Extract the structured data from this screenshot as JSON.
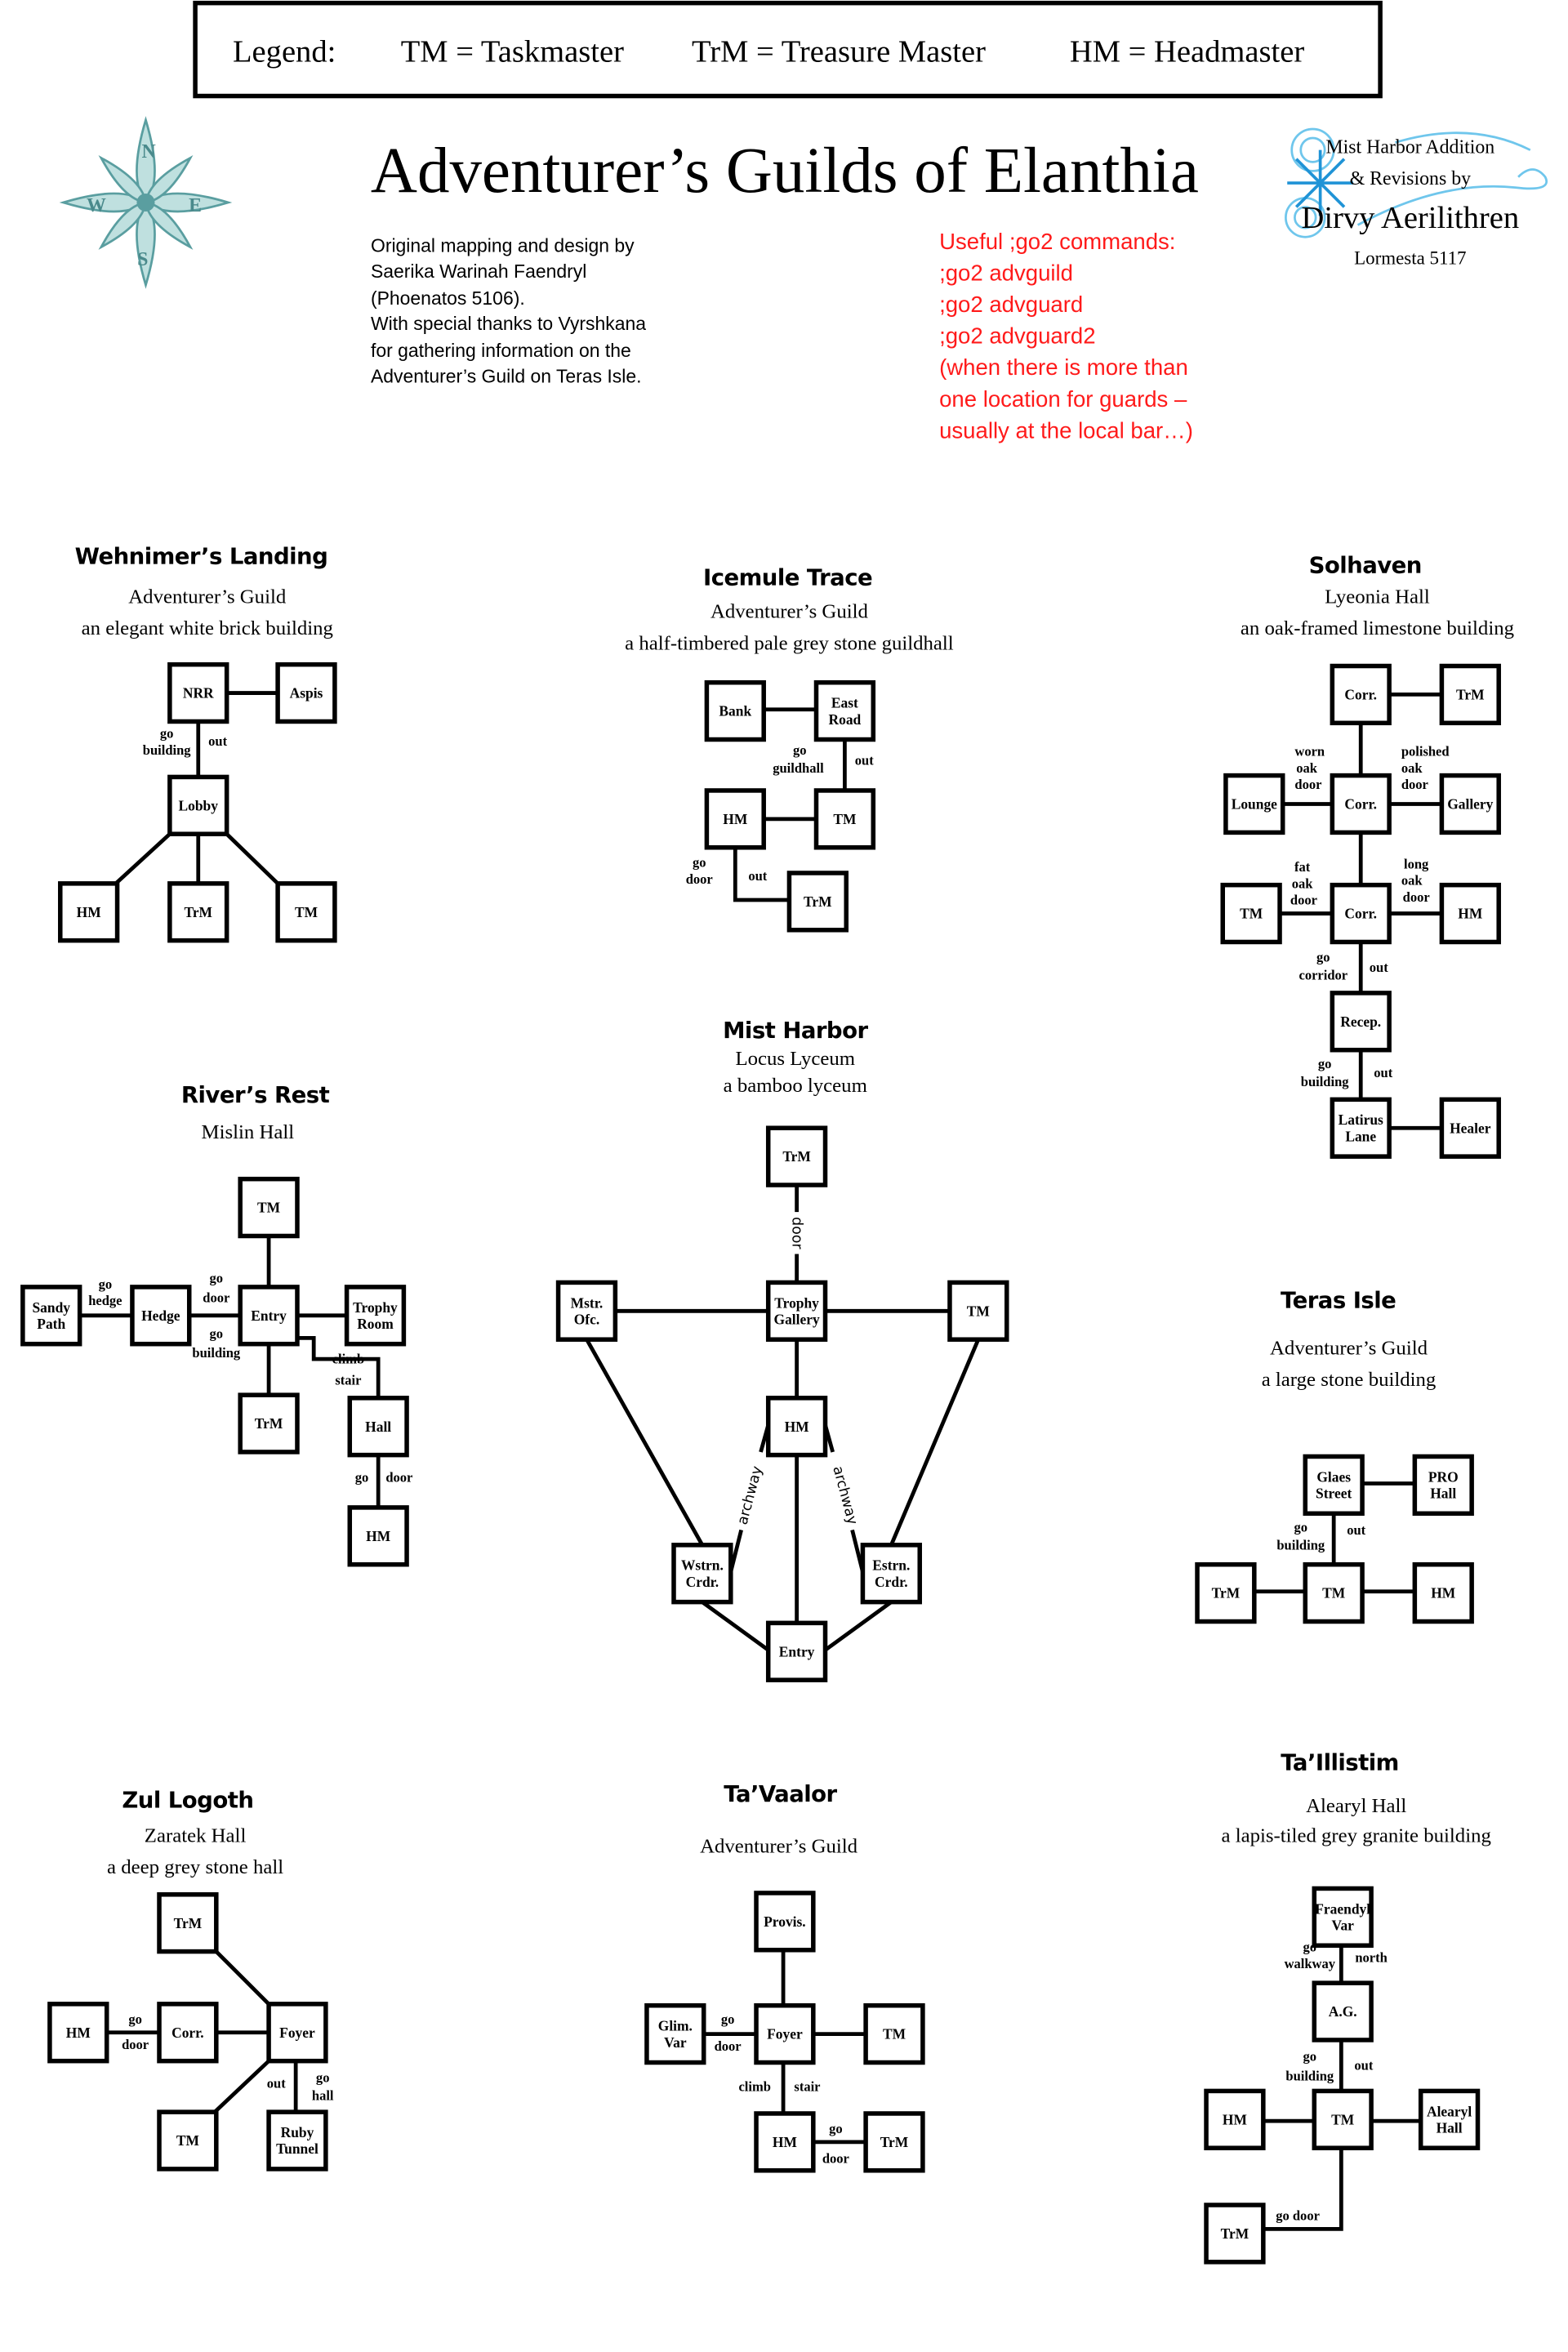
{
  "legend": {
    "label": "Legend:",
    "items": [
      "TM = Taskmaster",
      "TrM = Treasure Master",
      "HM = Headmaster"
    ]
  },
  "page_title": "Adventurer’s Guilds of Elanthia",
  "credits": [
    "Original mapping and design by",
    "Saerika Warinah Faendryl",
    "(Phoenatos 5106).",
    "With special thanks to Vyrshkana",
    "for gathering information on the",
    "Adventurer’s Guild on Teras Isle."
  ],
  "commands": {
    "color": "#ff1a1a",
    "lines": [
      "Useful ;go2 commands:",
      ";go2 advguild",
      ";go2 advguard",
      ";go2 advguard2",
      "(when there is more than",
      "one location for guards –",
      "usually at the local bar…)"
    ]
  },
  "compass_logo": {
    "letters": [
      "N",
      "E",
      "S",
      "W"
    ],
    "color": "#5a9ea0"
  },
  "revision_logo": {
    "lines": [
      "Mist Harbor Addition",
      "& Revisions by",
      "Dirvy Aerilithren",
      "Lormesta 5117"
    ],
    "color": "#3fb3e6"
  },
  "guilds": [
    {
      "title": "Wehnimer’s Landing",
      "lines": [
        "Adventurer’s Guild",
        "an elegant white brick building"
      ],
      "rooms": [
        [
          "NRR"
        ],
        [
          "Aspis"
        ],
        [
          "Lobby"
        ],
        [
          "HM"
        ],
        [
          "TrM"
        ],
        [
          "TM"
        ]
      ],
      "edge_labels": [
        "go",
        "building",
        "out"
      ]
    },
    {
      "title": "Icemule Trace",
      "lines": [
        "Adventurer’s Guild",
        "a half-timbered pale grey stone guildhall"
      ],
      "rooms": [
        [
          "Bank"
        ],
        [
          "East",
          "Road"
        ],
        [
          "HM"
        ],
        [
          "TM"
        ],
        [
          "TrM"
        ]
      ],
      "edge_labels": [
        "go",
        "guildhall",
        "out",
        "go",
        "door",
        "out"
      ]
    },
    {
      "title": "Solhaven",
      "lines": [
        "Lyeonia Hall",
        "an oak-framed limestone building"
      ],
      "rooms": [
        [
          "Corr."
        ],
        [
          "TrM"
        ],
        [
          "Lounge"
        ],
        [
          "Corr."
        ],
        [
          "Gallery"
        ],
        [
          "TM"
        ],
        [
          "Corr."
        ],
        [
          "HM"
        ],
        [
          "Recep."
        ],
        [
          "Latirus",
          "Lane"
        ],
        [
          "Healer"
        ]
      ],
      "edge_labels": [
        "worn",
        "oak",
        "door",
        "polished",
        "oak",
        "door",
        "fat",
        "oak",
        "door",
        "long",
        "oak",
        "door",
        "go",
        "corridor",
        "out",
        "go",
        "building",
        "out"
      ]
    },
    {
      "title": "River’s Rest",
      "lines": [
        "Mislin Hall"
      ],
      "rooms": [
        [
          "TM"
        ],
        [
          "Sandy",
          "Path"
        ],
        [
          "Hedge"
        ],
        [
          "Entry"
        ],
        [
          "Trophy",
          "Room"
        ],
        [
          "TrM"
        ],
        [
          "Hall"
        ],
        [
          "HM"
        ]
      ],
      "edge_labels": [
        "go",
        "hedge",
        "go",
        "door",
        "go",
        "building",
        "climb",
        "stair",
        "go",
        "door"
      ]
    },
    {
      "title": "Mist Harbor",
      "lines": [
        "Locus Lyceum",
        "a bamboo lyceum"
      ],
      "rooms": [
        [
          "TrM"
        ],
        [
          "Mstr.",
          "Ofc."
        ],
        [
          "Trophy",
          "Gallery"
        ],
        [
          "TM"
        ],
        [
          "HM"
        ],
        [
          "Wstrn.",
          "Crdr."
        ],
        [
          "Estrn.",
          "Crdr."
        ],
        [
          "Entry"
        ]
      ],
      "edge_labels": [
        "door",
        "archway",
        "archway"
      ]
    },
    {
      "title": "Teras Isle",
      "lines": [
        "Adventurer’s Guild",
        "a large stone building"
      ],
      "rooms": [
        [
          "Glaes",
          "Street"
        ],
        [
          "PRO",
          "Hall"
        ],
        [
          "TrM"
        ],
        [
          "TM"
        ],
        [
          "HM"
        ]
      ],
      "edge_labels": [
        "go",
        "building",
        "out"
      ]
    },
    {
      "title": "Zul Logoth",
      "lines": [
        "Zaratek Hall",
        "a deep grey stone hall"
      ],
      "rooms": [
        [
          "TrM"
        ],
        [
          "HM"
        ],
        [
          "Corr."
        ],
        [
          "Foyer"
        ],
        [
          "TM"
        ],
        [
          "Ruby",
          "Tunnel"
        ]
      ],
      "edge_labels": [
        "go",
        "door",
        "out",
        "go",
        "hall"
      ]
    },
    {
      "title": "Ta’Vaalor",
      "lines": [
        "Adventurer’s Guild"
      ],
      "rooms": [
        [
          "Provis."
        ],
        [
          "Glim.",
          "Var"
        ],
        [
          "Foyer"
        ],
        [
          "TM"
        ],
        [
          "HM"
        ],
        [
          "TrM"
        ]
      ],
      "edge_labels": [
        "go",
        "door",
        "climb",
        "stair",
        "go",
        "door"
      ]
    },
    {
      "title": "Ta’Illistim",
      "lines": [
        "Alearyl Hall",
        "a lapis-tiled grey granite building"
      ],
      "rooms": [
        [
          "Fraendyl",
          "Var"
        ],
        [
          "A.G."
        ],
        [
          "HM"
        ],
        [
          "TM"
        ],
        [
          "Alearyl",
          "Hall"
        ],
        [
          "TrM"
        ]
      ],
      "edge_labels": [
        "go",
        "walkway",
        "north",
        "go",
        "building",
        "out",
        "go door"
      ]
    }
  ]
}
